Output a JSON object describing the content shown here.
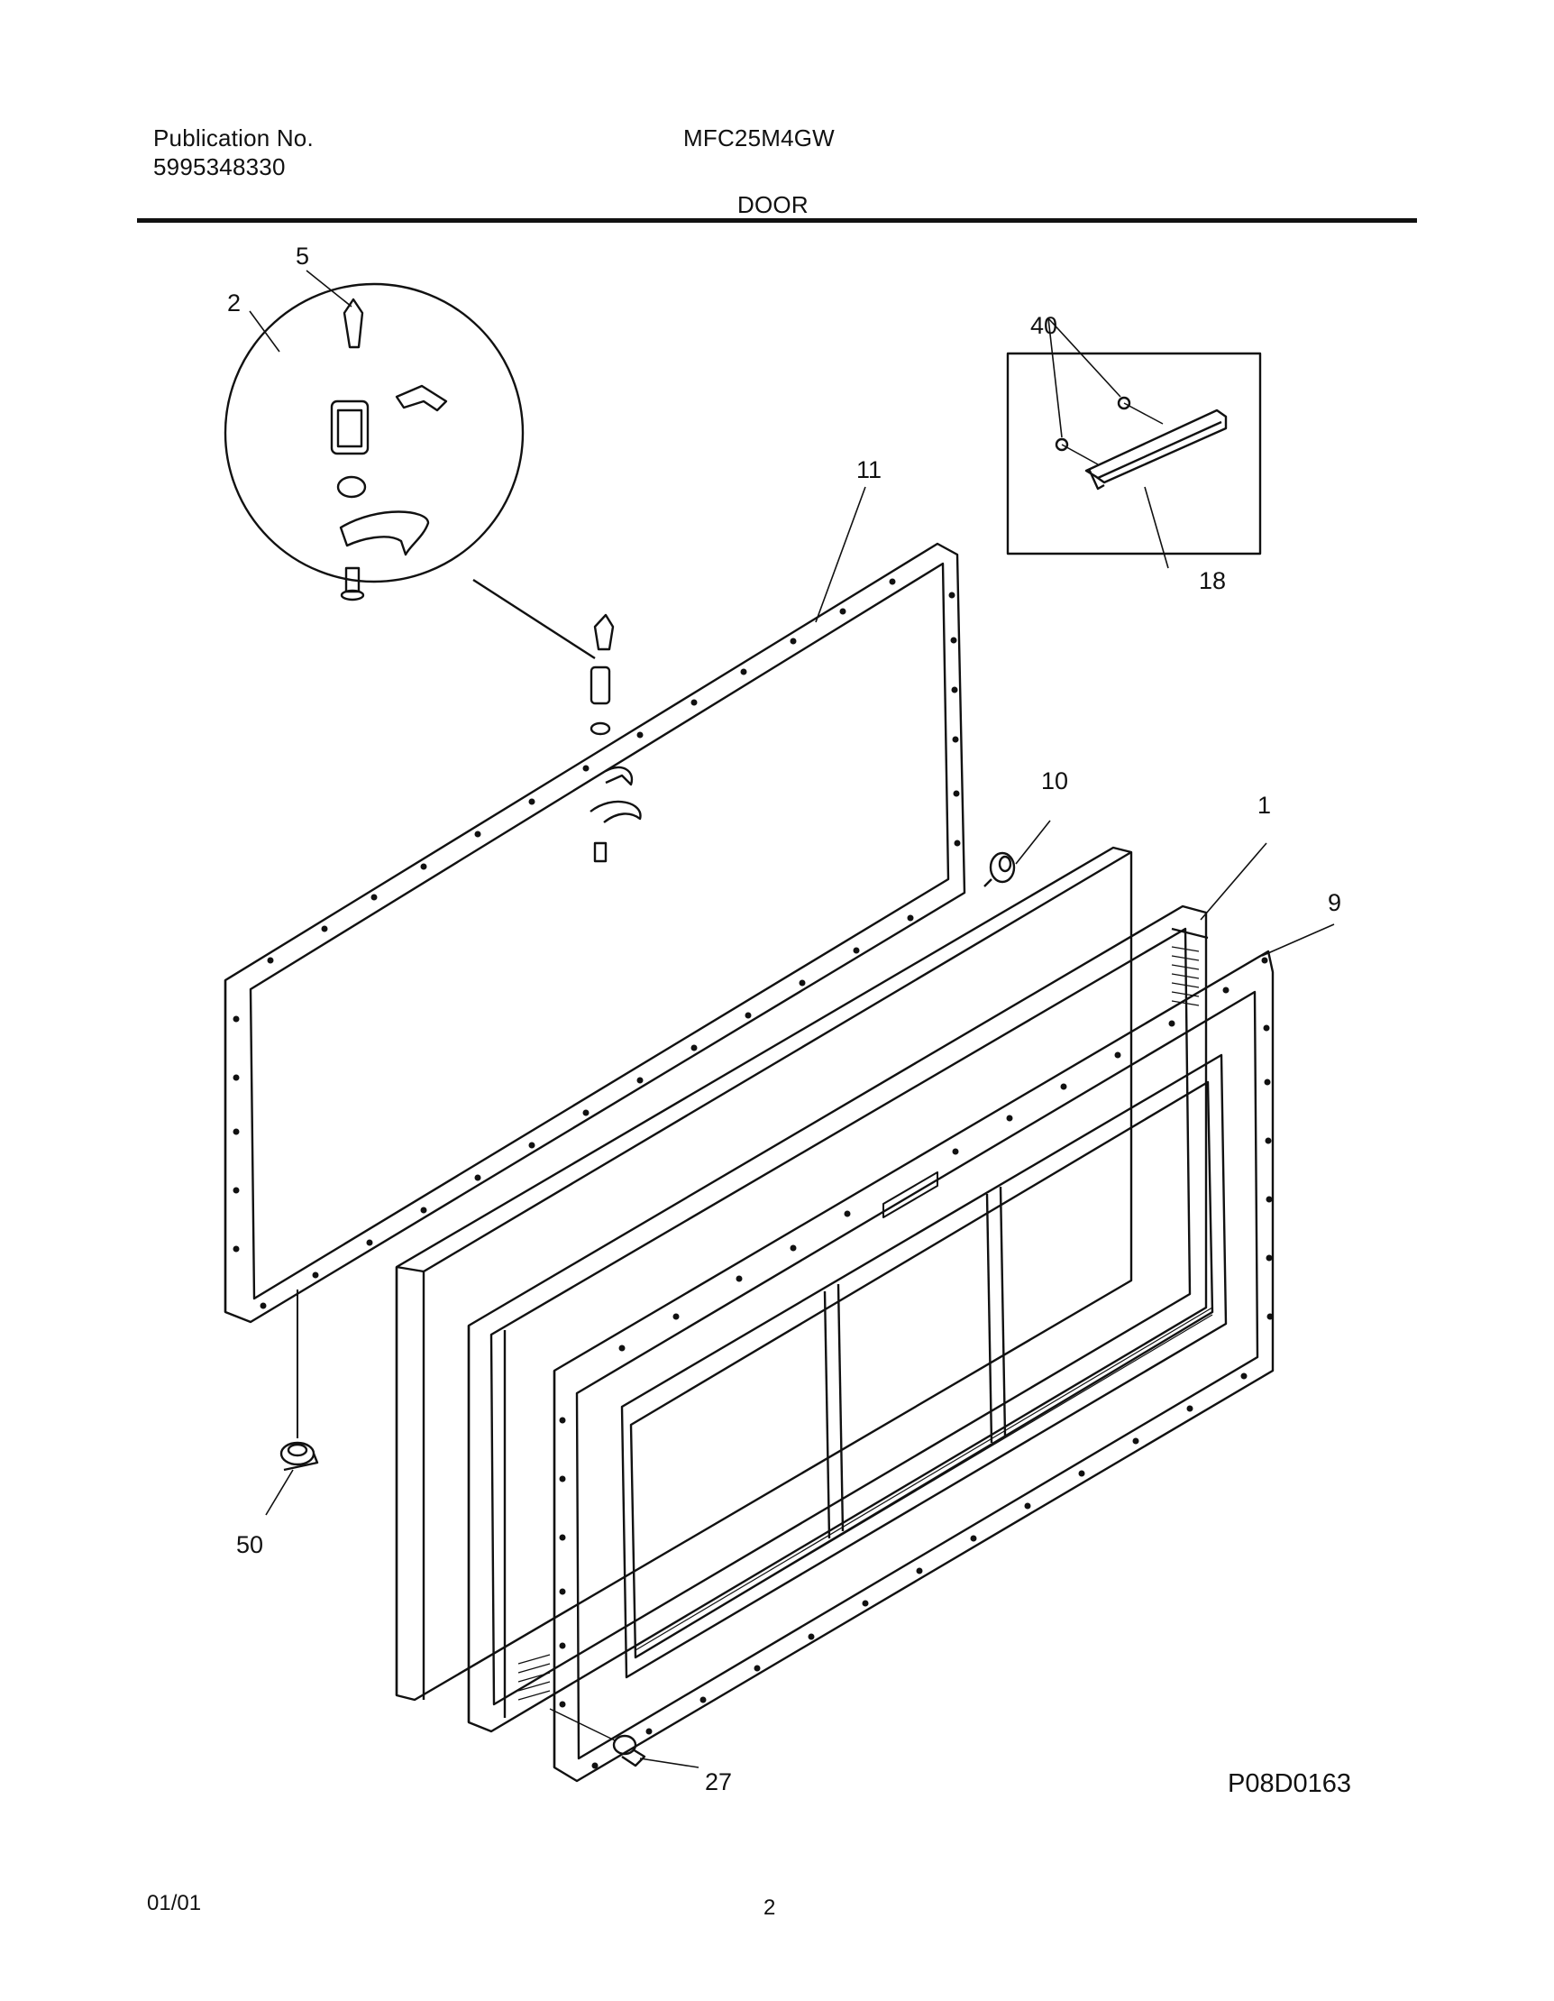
{
  "header": {
    "publication_label": "Publication No.",
    "publication_number": "5995348330",
    "model": "MFC25M4GW",
    "section": "DOOR"
  },
  "callouts": {
    "c1": "1",
    "c2": "2",
    "c5": "5",
    "c9": "9",
    "c10": "10",
    "c11": "11",
    "c18": "18",
    "c27": "27",
    "c40": "40",
    "c50": "50"
  },
  "diagram_id": "P08D0163",
  "footer": {
    "date": "01/01",
    "page": "2"
  }
}
